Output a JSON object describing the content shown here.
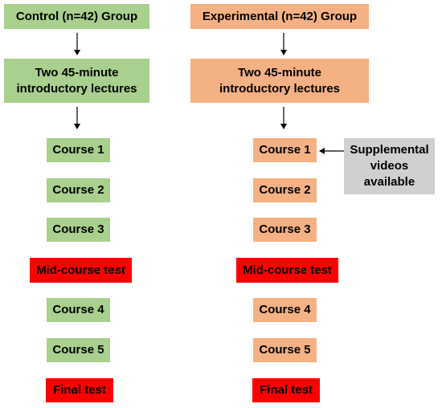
{
  "control": {
    "header": "Control (n=42) Group",
    "lectures": "Two 45-minute\nintroductory lectures",
    "course1": "Course 1",
    "course2": "Course 2",
    "course3": "Course 3",
    "midtest": "Mid-course test",
    "course4": "Course 4",
    "course5": "Course 5",
    "finaltest": "Final test"
  },
  "experimental": {
    "header": "Experimental (n=42) Group",
    "lectures": "Two 45-minute\nintroductory lectures",
    "course1": "Course 1",
    "course2": "Course 2",
    "course3": "Course 3",
    "midtest": "Mid-course test",
    "course4": "Course 4",
    "course5": "Course 5",
    "finaltest": "Final test"
  },
  "supplemental": {
    "label": "Supplemental\nvideos\navailable"
  },
  "colors": {
    "control": "#a9d08e",
    "experimental": "#f4b183",
    "test": "#ff0000",
    "supplemental": "#d0d0d0"
  }
}
